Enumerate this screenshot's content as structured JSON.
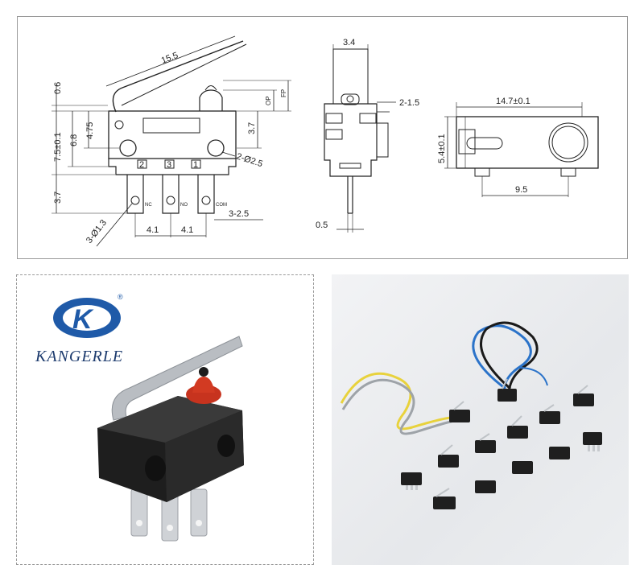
{
  "brand": {
    "name": "KANGERLE",
    "logo_letter": "K",
    "registered_mark": "®",
    "logo_color": "#1f5aa8"
  },
  "side_view": {
    "lever_length": "15.5",
    "offset_top": "0.6",
    "overall_height": "7.5±0.1",
    "height_a": "6.8",
    "height_b": "4.75",
    "terminal_length": "3.7",
    "op_label": "OP",
    "fp_label": "FP",
    "right_height": "3.7",
    "mount_hole": "2-Ø2.5",
    "terminal_hole": "3-Ø1.3",
    "pitch_left": "4.1",
    "pitch_right": "4.1",
    "terminal_width": "3-2.5",
    "pin_numbers": [
      "2",
      "3",
      "1"
    ],
    "terminal_labels": [
      "NC",
      "NO",
      "COM"
    ]
  },
  "front_view": {
    "width_top": "3.4",
    "slot": "2-1.5",
    "pin_thickness": "0.5"
  },
  "top_view": {
    "length": "14.7±0.1",
    "width": "5.4±0.1",
    "hole_spacing": "9.5"
  }
}
